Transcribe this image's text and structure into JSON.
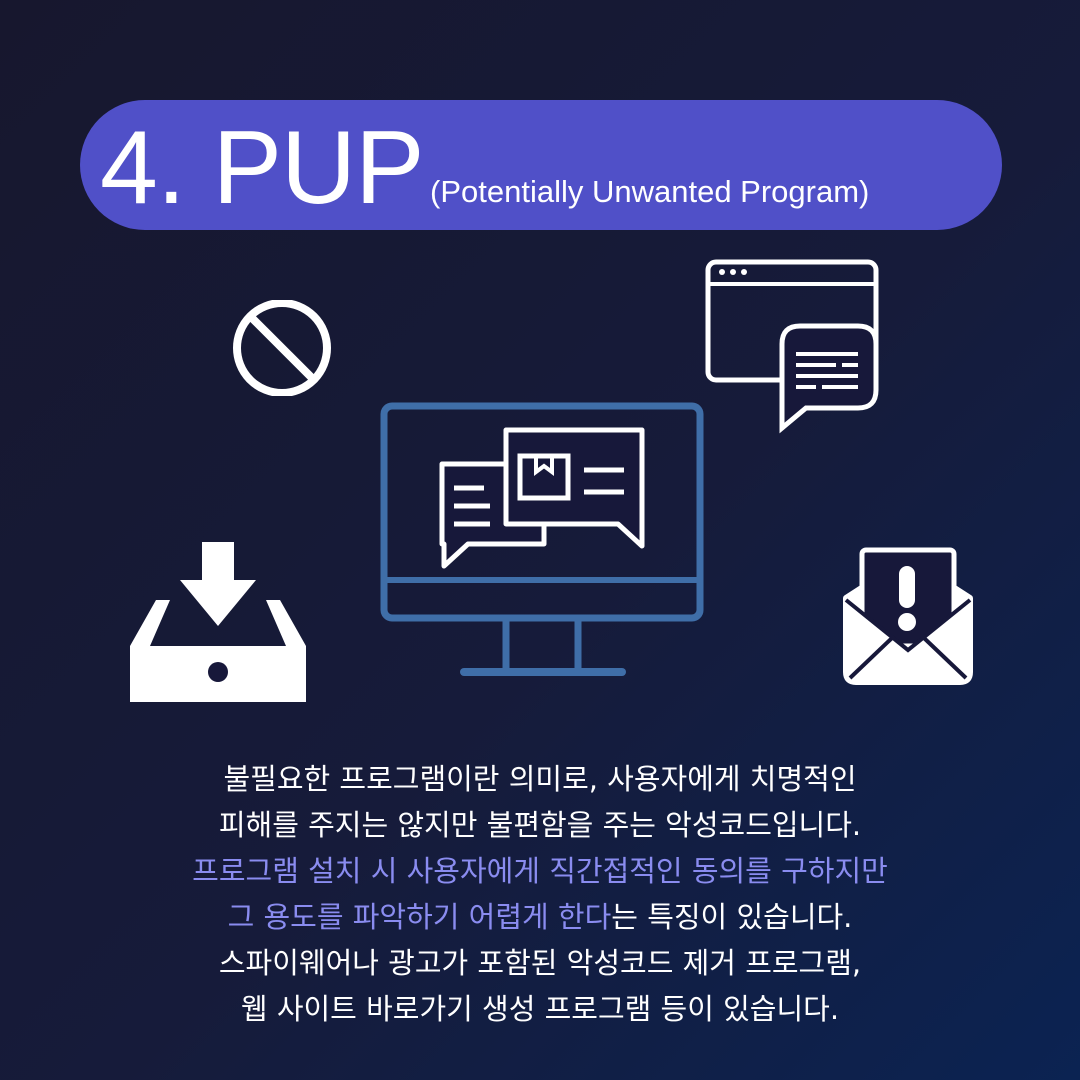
{
  "title": {
    "main": "4. PUP",
    "subtitle": "(Potentially Unwanted Program)"
  },
  "icons": {
    "prohibit": "prohibited-icon",
    "browser_chat": "browser-window-chat-icon",
    "monitor": "monitor-chat-icon",
    "download": "download-inbox-icon",
    "mail_alert": "envelope-alert-icon"
  },
  "colors": {
    "pill": "#5050c8",
    "highlight": "#8a8cf0",
    "monitor": "#3f6ea8",
    "text": "#ffffff"
  },
  "description": {
    "line1": "불필요한 프로그램이란 의미로, 사용자에게 치명적인",
    "line2": "피해를 주지는 않지만 불편함을 주는 악성코드입니다.",
    "line3_highlight": "프로그램 설치 시 사용자에게 직간접적인 동의를 구하지만",
    "line4_highlight": "그 용도를 파악하기 어렵게 한다",
    "line4_rest": "는 특징이 있습니다.",
    "line5": "스파이웨어나 광고가 포함된 악성코드 제거 프로그램,",
    "line6": "웹 사이트 바로가기 생성 프로그램 등이 있습니다."
  }
}
